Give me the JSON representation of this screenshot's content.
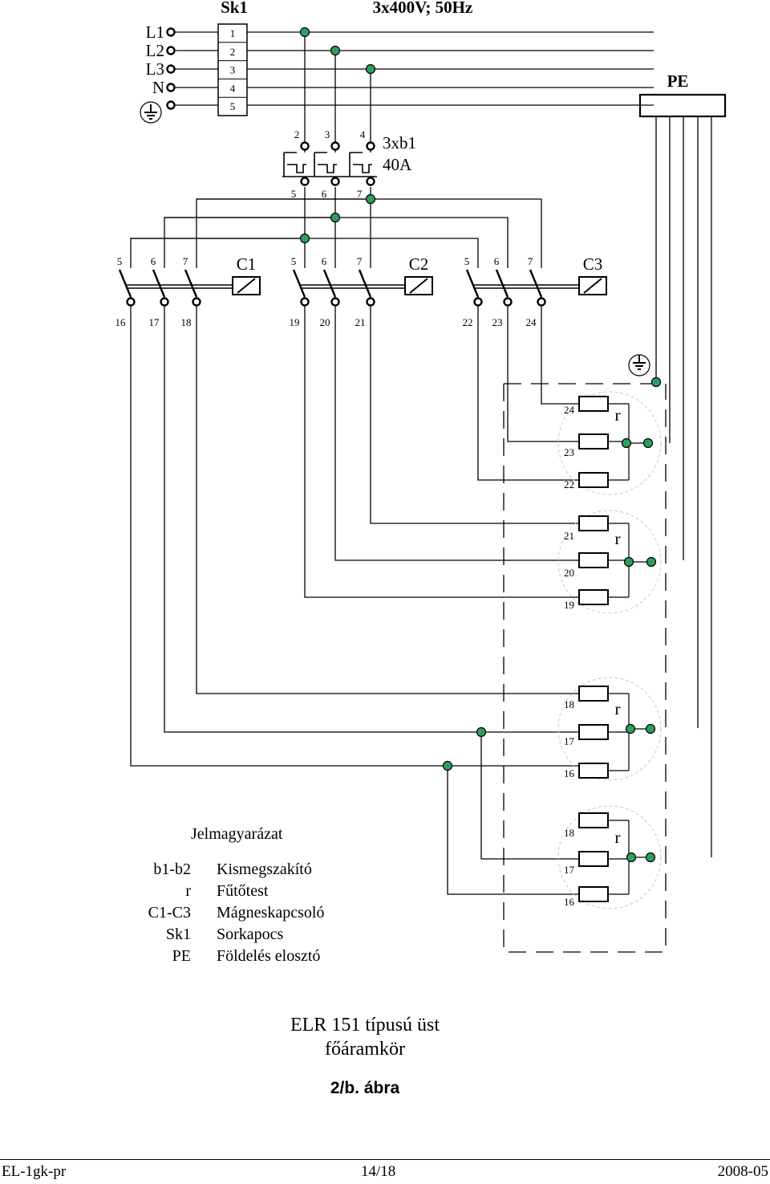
{
  "header": {
    "terminal_block": "Sk1",
    "supply": "3x400V; 50Hz",
    "phases": [
      "L1",
      "L2",
      "L3",
      "N"
    ],
    "terminals": [
      "1",
      "2",
      "3",
      "4",
      "5"
    ],
    "pe_bar": "PE"
  },
  "breaker": {
    "label_line1": "3xb1",
    "label_line2": "40A",
    "inputs": [
      "2",
      "3",
      "4"
    ],
    "outputs": [
      "5",
      "6",
      "7"
    ]
  },
  "contactors": [
    {
      "name": "C1",
      "inputs": [
        "5",
        "6",
        "7"
      ],
      "outputs": [
        "16",
        "17",
        "18"
      ]
    },
    {
      "name": "C2",
      "inputs": [
        "5",
        "6",
        "7"
      ],
      "outputs": [
        "19",
        "20",
        "21"
      ]
    },
    {
      "name": "C3",
      "inputs": [
        "5",
        "6",
        "7"
      ],
      "outputs": [
        "22",
        "23",
        "24"
      ]
    }
  ],
  "heater_groups": [
    {
      "label": "r",
      "terminals": [
        "24",
        "23",
        "22"
      ]
    },
    {
      "label": "r",
      "terminals": [
        "21",
        "20",
        "19"
      ]
    },
    {
      "label": "r",
      "terminals": [
        "18",
        "17",
        "16"
      ]
    },
    {
      "label": "r",
      "terminals": [
        "18",
        "17",
        "16"
      ]
    }
  ],
  "legend": {
    "heading": "Jelmagyarázat",
    "items": [
      {
        "abbr": "b1-b2",
        "desc": "Kismegszakító"
      },
      {
        "abbr": "r",
        "desc": "Fűtőtest"
      },
      {
        "abbr": "C1-C3",
        "desc": "Mágneskapcsoló"
      },
      {
        "abbr": "Sk1",
        "desc": "Sorkapocs"
      },
      {
        "abbr": "PE",
        "desc": "Földelés elosztó"
      }
    ]
  },
  "caption": {
    "line1": "ELR 151  típusú üst",
    "line2": "főáramkör",
    "figure": "2/b. ábra"
  },
  "footer": {
    "left": "EL-1gk-pr",
    "center": "14/18",
    "right": "2008-05"
  },
  "colors": {
    "junction": "#2e9e5e",
    "line": "#000000",
    "enclosure": "#000000",
    "circle": "#c8c8c8"
  }
}
